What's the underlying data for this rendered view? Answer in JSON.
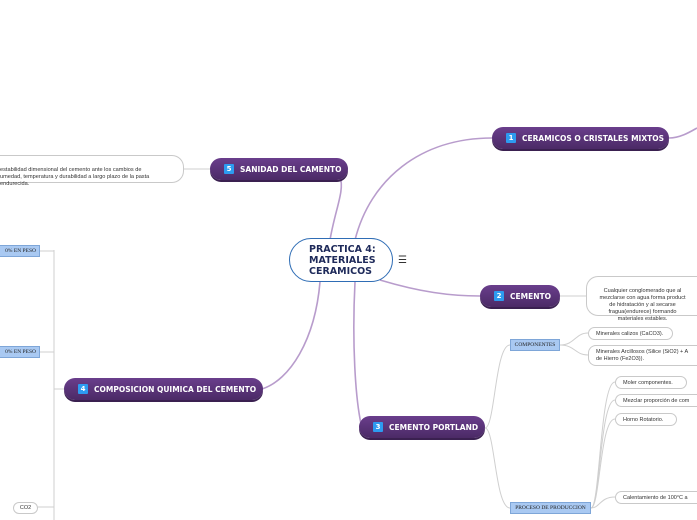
{
  "central": {
    "title": "PRACTICA 4:\nMATERIALES\nCERAMICOS",
    "menu_icon": "☰"
  },
  "topics": [
    {
      "number": "1",
      "label": "CERAMICOS O CRISTALES MIXTOS"
    },
    {
      "number": "2",
      "label": "CEMENTO"
    },
    {
      "number": "3",
      "label": "CEMENTO PORTLAND"
    },
    {
      "number": "4",
      "label": "COMPOSICION QUIMICA  DEL CEMENTO"
    },
    {
      "number": "5",
      "label": "SANIDAD DEL CAMENTO"
    }
  ],
  "notes": {
    "sanidad": "estabilidad dimensional del cemento ante los cambios de\numedad, temperatura y durabilidad a largo plazo de la pasta\nendurecida.",
    "cemento": "Cualquier conglomerado que al\nmezclarse con agua forma product\nde hidratación y al secarse\nfragua(endurece) formando\nmateriales estables."
  },
  "portland": {
    "componentes_label": "COMPONENTES",
    "componentes": [
      "Minerales calizos (CaCO3).",
      "Minerales Arcillosos (Silice (SiO2) + A\nde Hierro (Fe2O3))."
    ],
    "proceso_label": "PROCESO DE PRODUCCION",
    "proceso": [
      "Moler componentes.",
      "Mezclar proporción de com",
      "Horno Rotatorio.",
      "Calentamiento de 100°C a"
    ]
  },
  "composicion": {
    "items": [
      "0% EN PESO",
      "0% EN PESO",
      "CO2"
    ]
  }
}
